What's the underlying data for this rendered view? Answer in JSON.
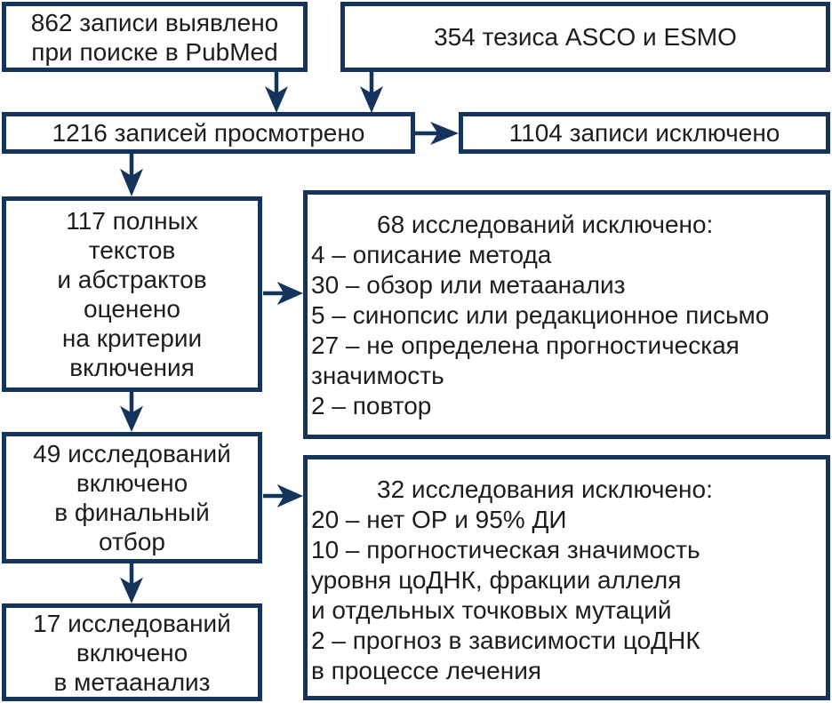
{
  "colors": {
    "accent": "#14345c",
    "text": "#1d1d1d",
    "background": "#ffffff"
  },
  "diagram": {
    "type": "flowchart",
    "language": "ru",
    "boxes": {
      "identified": {
        "lines": [
          "862 записи выявлено",
          "при поиске в PubMed"
        ]
      },
      "abstracts": {
        "lines": [
          "354 тезиса ASCO и ESMO"
        ]
      },
      "screened": {
        "lines": [
          "1216 записей просмотрено"
        ]
      },
      "excluded_screening": {
        "lines": [
          "1104 записи исключено"
        ]
      },
      "fulltext": {
        "lines": [
          "117 полных",
          "текстов",
          "и абстрактов",
          "оценено",
          "на критерии",
          "включения"
        ]
      },
      "excluded_fulltext": {
        "header": "68 исследований исключено:",
        "lines": [
          "4 – описание метода",
          "30 – обзор или метаанализ",
          "5 – синопсис или редакционное письмо",
          "27 – не определена прогностическая",
          "значимость",
          "2 – повтор"
        ]
      },
      "final_selection": {
        "lines": [
          "49 исследований",
          "включено",
          "в финальный",
          "отбор"
        ]
      },
      "excluded_final": {
        "header": "32 исследования исключено:",
        "lines": [
          "20 – нет ОР и 95% ДИ",
          "10 – прогностическая значимость",
          "уровня цоДНК, фракции аллеля",
          "и отдельных точковых мутаций",
          "2 – прогноз в зависимости цоДНК",
          "в процессе лечения"
        ]
      },
      "meta_analysis": {
        "lines": [
          "17 исследований",
          "включено",
          "в метаанализ"
        ]
      }
    },
    "edges": [
      {
        "from": "identified",
        "to": "screened",
        "direction": "down"
      },
      {
        "from": "abstracts",
        "to": "screened",
        "direction": "down"
      },
      {
        "from": "screened",
        "to": "excluded_screening",
        "direction": "right"
      },
      {
        "from": "screened",
        "to": "fulltext",
        "direction": "down"
      },
      {
        "from": "fulltext",
        "to": "excluded_fulltext",
        "direction": "right"
      },
      {
        "from": "fulltext",
        "to": "final_selection",
        "direction": "down"
      },
      {
        "from": "final_selection",
        "to": "excluded_final",
        "direction": "right"
      },
      {
        "from": "final_selection",
        "to": "meta_analysis",
        "direction": "down"
      }
    ]
  }
}
